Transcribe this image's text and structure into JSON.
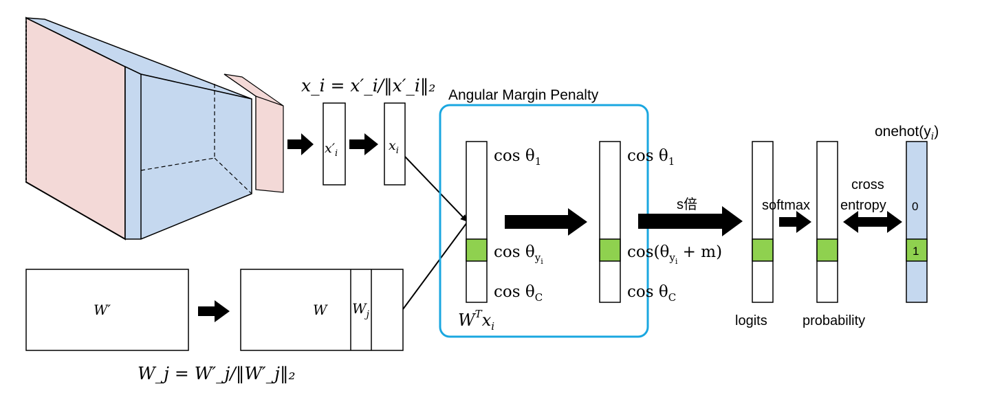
{
  "colors": {
    "feature_pink": "#f3d9d7",
    "feature_blue": "#c5d8ef",
    "highlight_green": "#8fd14f",
    "margin_box": "#1aa7e0",
    "onehot_blue": "#c5d8ef"
  },
  "features": {
    "normalize_formula": "x_i = x′_i/‖x′_i‖₂",
    "x_prime_label": "x′",
    "x_prime_sub": "i",
    "x_label": "x",
    "x_sub": "i"
  },
  "weights": {
    "w_prime_label": "W′",
    "w_label": "W",
    "wj_label": "W",
    "wj_sub": "j",
    "normalize_formula": "W_j = W′_j/‖W′_j‖₂"
  },
  "margin_penalty": {
    "title": "Angular Margin Penalty",
    "cos_prefix": "cos θ",
    "cos1_sub": "1",
    "cosyi_sub": "y",
    "cosyi_subsub": "i",
    "cosC_sub": "C",
    "cos_margin_prefix": "cos(θ",
    "cos_margin_suffix": " + m)",
    "wtx_label": "W",
    "wtx_sup": "T",
    "wtx_x": "x",
    "wtx_sub": "i"
  },
  "output": {
    "scale_label": "s倍",
    "logits_label": "logits",
    "softmax_label": "softmax",
    "probability_label": "probability",
    "cross_label": "cross",
    "entropy_label": "entropy",
    "onehot_label": "onehot(y",
    "onehot_sub": "i",
    "onehot_close": ")",
    "zero_label": "0",
    "one_label": "1"
  }
}
